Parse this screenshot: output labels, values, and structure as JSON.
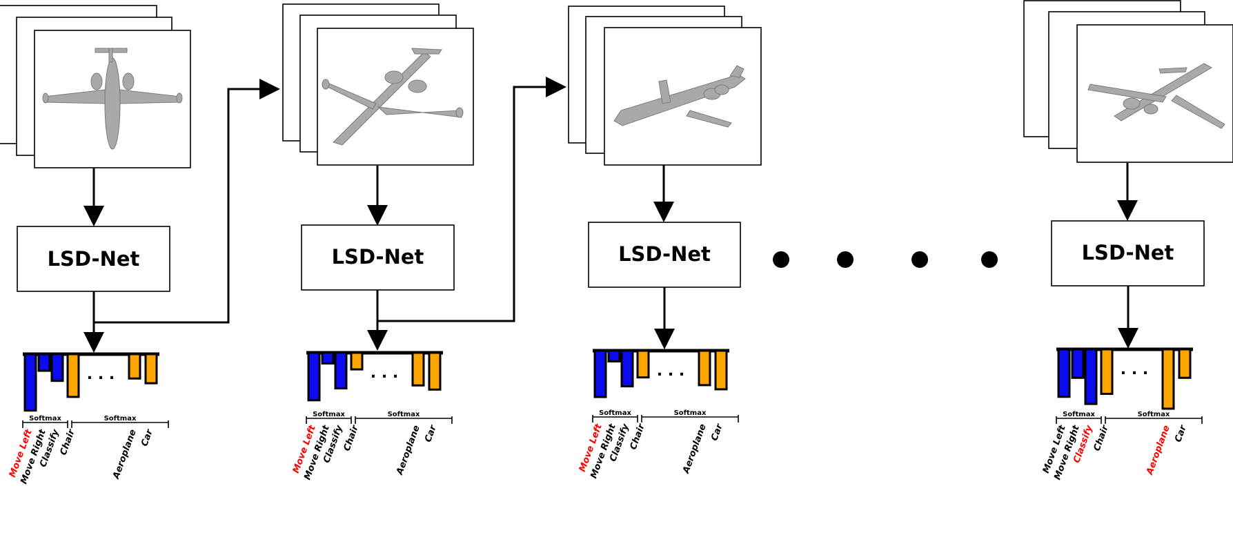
{
  "network_name": "LSD-Net",
  "softmax_label": "Softmax",
  "ellipsis": ". . .",
  "colors": {
    "action": "#0b0bf0",
    "class": "#ffa500",
    "highlight": "#ff0000",
    "text": "#000000"
  },
  "steps": [
    {
      "view_icon": "airplane-top-view",
      "actions": [
        {
          "label": "Move Left",
          "value": 0.95,
          "selected": true
        },
        {
          "label": "Move Right",
          "value": 0.28,
          "selected": false
        },
        {
          "label": "Classify",
          "value": 0.45,
          "selected": false
        }
      ],
      "classes": [
        {
          "label": "Chair",
          "value": 0.72,
          "selected": false
        },
        {
          "label": "Aeroplane",
          "value": 0.41,
          "selected": false
        },
        {
          "label": "Car",
          "value": 0.49,
          "selected": false
        }
      ]
    },
    {
      "view_icon": "airplane-angled-view",
      "actions": [
        {
          "label": "Move Left",
          "value": 0.8,
          "selected": true
        },
        {
          "label": "Move Right",
          "value": 0.18,
          "selected": false
        },
        {
          "label": "Classify",
          "value": 0.6,
          "selected": false
        }
      ],
      "classes": [
        {
          "label": "Chair",
          "value": 0.28,
          "selected": false
        },
        {
          "label": "Aeroplane",
          "value": 0.55,
          "selected": false
        },
        {
          "label": "Car",
          "value": 0.62,
          "selected": false
        }
      ]
    },
    {
      "view_icon": "airplane-side-view",
      "actions": [
        {
          "label": "Move Left",
          "value": 0.78,
          "selected": true
        },
        {
          "label": "Move Right",
          "value": 0.18,
          "selected": false
        },
        {
          "label": "Classify",
          "value": 0.6,
          "selected": false
        }
      ],
      "classes": [
        {
          "label": "Chair",
          "value": 0.45,
          "selected": false
        },
        {
          "label": "Aeroplane",
          "value": 0.58,
          "selected": false
        },
        {
          "label": "Car",
          "value": 0.65,
          "selected": false
        }
      ]
    },
    {
      "view_icon": "airplane-rear-view",
      "actions": [
        {
          "label": "Move Left",
          "value": 0.8,
          "selected": false
        },
        {
          "label": "Move Right",
          "value": 0.48,
          "selected": false
        },
        {
          "label": "Classify",
          "value": 0.92,
          "selected": true
        }
      ],
      "classes": [
        {
          "label": "Chair",
          "value": 0.75,
          "selected": false
        },
        {
          "label": "Aeroplane",
          "value": 1.0,
          "selected": true
        },
        {
          "label": "Car",
          "value": 0.48,
          "selected": false
        }
      ]
    }
  ]
}
